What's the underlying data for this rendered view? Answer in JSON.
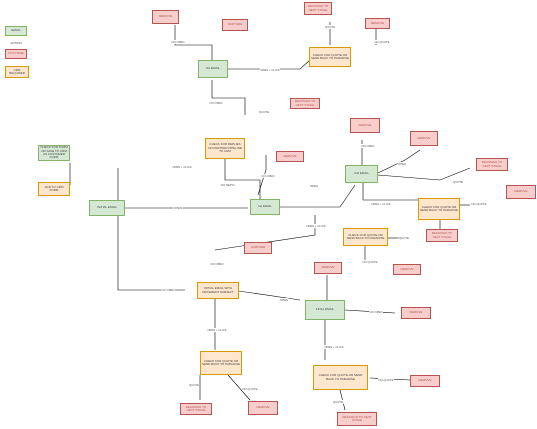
{
  "legend": {
    "email": "EMAIL",
    "action": "ACTION",
    "outcome": "OUTCOME",
    "crm": "CRM REQUIRED"
  },
  "nodes": {
    "remove_top": "REMOVE",
    "nurture_top": "NURTURE",
    "next_stage_top": "REASSIGN TO NEXT STAGE",
    "remove_top_right": "REMOVE",
    "check_quote_top": "CHECK FOR QUOTE OR SEND BACK TO PARADISE",
    "email_3": "3rd EMAIL",
    "next_stage_mid": "REASSIGN TO NEXT STAGE",
    "check_reply": "CHECK FOR REPLIES ON PARTNER PIPELINE TO CRM",
    "crm_form": "CHECK FOR FORM OR SAVE TO CRM AS CUSTOMER FORM",
    "add_crm": "ADD TO CRM FORM",
    "initial_email": "INITIAL EMAIL",
    "remove_mid": "REMOVE",
    "email_1": "1st EMAIL",
    "remove_r1": "REMOVE",
    "remove_r2": "REMOVE",
    "email_2": "2nd EMAIL",
    "next_stage_r": "REASSIGN TO NEXT STAGE",
    "check_quote_r": "CHECK FOR QUOTE OR SEND BACK TO PARADISE",
    "remove_far": "REMOVE",
    "check_quote_mid": "CHECK FOR QUOTE OR SEND BACK TO PARADISE",
    "next_stage_r2": "REASSIGN TO NEXT STAGE",
    "nurture_mid": "NURTURE",
    "remove_m2": "REMOVE",
    "remove_m3": "REMOVE",
    "diff_subject": "INITIAL EMAIL WITH DIFFERENT SUBJECT",
    "final_email": "FINAL EMAIL",
    "remove_final": "REMOVE",
    "check_quote_bl": "CHECK FOR QUOTE OR SEND BACK TO PARADISE",
    "next_stage_bl": "REASSIGN TO NEXT STAGE",
    "remove_bl": "REMOVE",
    "check_quote_br": "CHECK FOR QUOTE OR SEND BACK TO PARADISE",
    "remove_br": "REMOVE",
    "next_stage_br": "REASSIGN TO NEXT STAGE"
  },
  "edge_labels": {
    "quote": "QUOTE",
    "no_quote": "NO QUOTE",
    "open_click": "OPEN + CLICK",
    "no_open": "NO OPEN",
    "open": "OPEN",
    "click": "CLICK",
    "no_reply": "NO REPLY"
  }
}
